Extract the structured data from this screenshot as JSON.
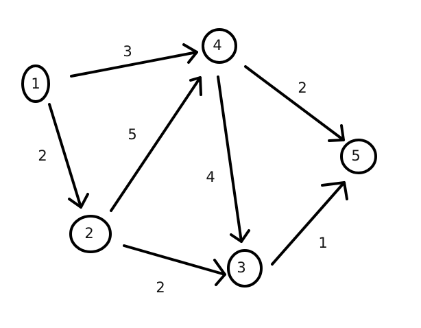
{
  "graph": {
    "nodes": [
      {
        "id": "1",
        "label": "1"
      },
      {
        "id": "2",
        "label": "2"
      },
      {
        "id": "3",
        "label": "3"
      },
      {
        "id": "4",
        "label": "4"
      },
      {
        "id": "5",
        "label": "5"
      }
    ],
    "edges": [
      {
        "from": "1",
        "to": "4",
        "weight": "3"
      },
      {
        "from": "1",
        "to": "2",
        "weight": "2"
      },
      {
        "from": "2",
        "to": "4",
        "weight": "5"
      },
      {
        "from": "2",
        "to": "3",
        "weight": "2"
      },
      {
        "from": "4",
        "to": "3",
        "weight": "4"
      },
      {
        "from": "4",
        "to": "5",
        "weight": "2"
      },
      {
        "from": "3",
        "to": "5",
        "weight": "1"
      }
    ]
  }
}
